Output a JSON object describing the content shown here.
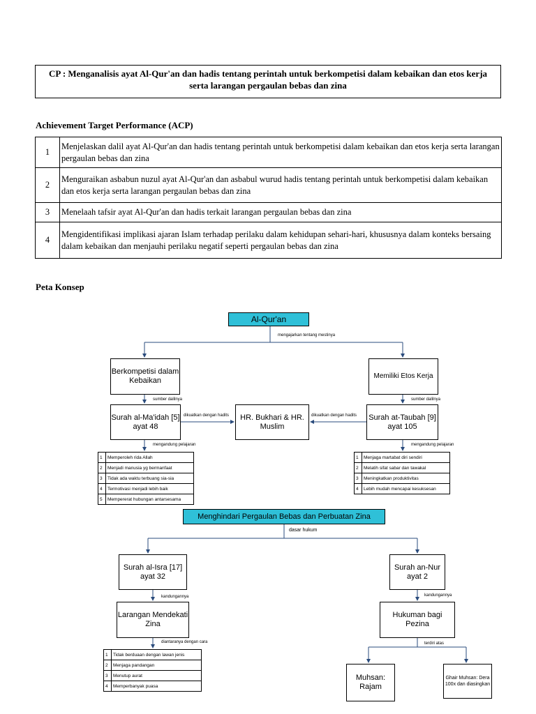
{
  "cp": "CP : Menganalisis ayat Al-Qur'an dan hadis tentang perintah untuk berkompetisi dalam kebaikan dan etos kerja serta larangan pergaulan bebas dan zina",
  "acp": {
    "title": "Achievement Target Performance (ACP)",
    "rows": [
      {
        "num": "1",
        "text": "Menjelaskan dalil ayat Al-Qur'an dan hadis tentang perintah untuk berkompetisi dalam kebaikan dan etos kerja serta larangan pergaulan bebas dan zina"
      },
      {
        "num": "2",
        "text": "Menguraikan asbabun nuzul ayat Al-Qur'an dan asbabul wurud hadis tentang perintah untuk berkompetisi dalam kebaikan dan etos kerja serta larangan pergaulan bebas dan zina"
      },
      {
        "num": "3",
        "text": "Menelaah tafsir ayat Al-Qur'an dan hadis terkait larangan pergaulan bebas dan zina"
      },
      {
        "num": "4",
        "text": "Mengidentifikasi implikasi ajaran Islam terhadap perilaku dalam kehidupan sehari-hari, khususnya dalam konteks bersaing dalam kebaikan dan menjauhi perilaku negatif seperti pergaulan bebas dan zina"
      }
    ]
  },
  "peta": {
    "title": "Peta Konsep",
    "root": "Al-Qur'an",
    "root_label": "mengajarkan tentang mestinya",
    "left_top": "Berkompetisi dalam Kebaikan",
    "right_top": "Memiliki Etos Kerja",
    "sumber_left": "sumber dalilnya",
    "sumber_right": "sumber dalilnya",
    "surah_left": "Surah al-Ma'idah [5] ayat 48",
    "surah_right": "Surah at-Taubah [9] ayat 105",
    "hadits": "HR. Bukhari & HR. Muslim",
    "dikuatkan_left": "dikuatkan dengan hadits",
    "dikuatkan_right": "dikuatkan dengan hadits",
    "mengandung_left": "mengandung pelajaran",
    "mengandung_right": "mengandung pelajaran",
    "list_left": [
      {
        "n": "1",
        "t": "Memperoleh rida Allah"
      },
      {
        "n": "2",
        "t": "Menjadi manusia yg bermanfaat"
      },
      {
        "n": "3",
        "t": "Tidak ada waktu terbuang sia-sia"
      },
      {
        "n": "4",
        "t": "Termotivasi menjadi lebih baik"
      },
      {
        "n": "5",
        "t": "Mempererat hubungan antarsesama"
      }
    ],
    "list_right": [
      {
        "n": "1",
        "t": "Menjaga martabat diri sendiri"
      },
      {
        "n": "2",
        "t": "Melatih sifat sabar dan tawakal"
      },
      {
        "n": "3",
        "t": "Meningkatkan produktivitas"
      },
      {
        "n": "4",
        "t": "Lebih mudah mencapai kesuksesan"
      }
    ],
    "zina_title": "Menghindari Pergaulan Bebas dan Perbuatan Zina",
    "dasar_hukum": "dasar hukum",
    "isra": "Surah al-Isra [17] ayat 32",
    "nur": "Surah an-Nur ayat 2",
    "kandungan_left": "kandungannya",
    "kandungan_right": "kandungannya",
    "larangan": "Larangan Mendekati Zina",
    "hukuman": "Hukuman bagi Pezina",
    "diantaranya": "diantaranya dengan cara",
    "terdiri": "terdiri atas",
    "list_zina": [
      {
        "n": "1",
        "t": "Tidak berduaan dengan lawan jenis"
      },
      {
        "n": "2",
        "t": "Menjaga pandangan"
      },
      {
        "n": "3",
        "t": "Menutup aurat"
      },
      {
        "n": "4",
        "t": "Memperbanyak puasa"
      }
    ],
    "muhsan": "Muhsan: Rajam",
    "ghair": "Ghair Muhsan: Dera 100x dan diasingkan"
  }
}
